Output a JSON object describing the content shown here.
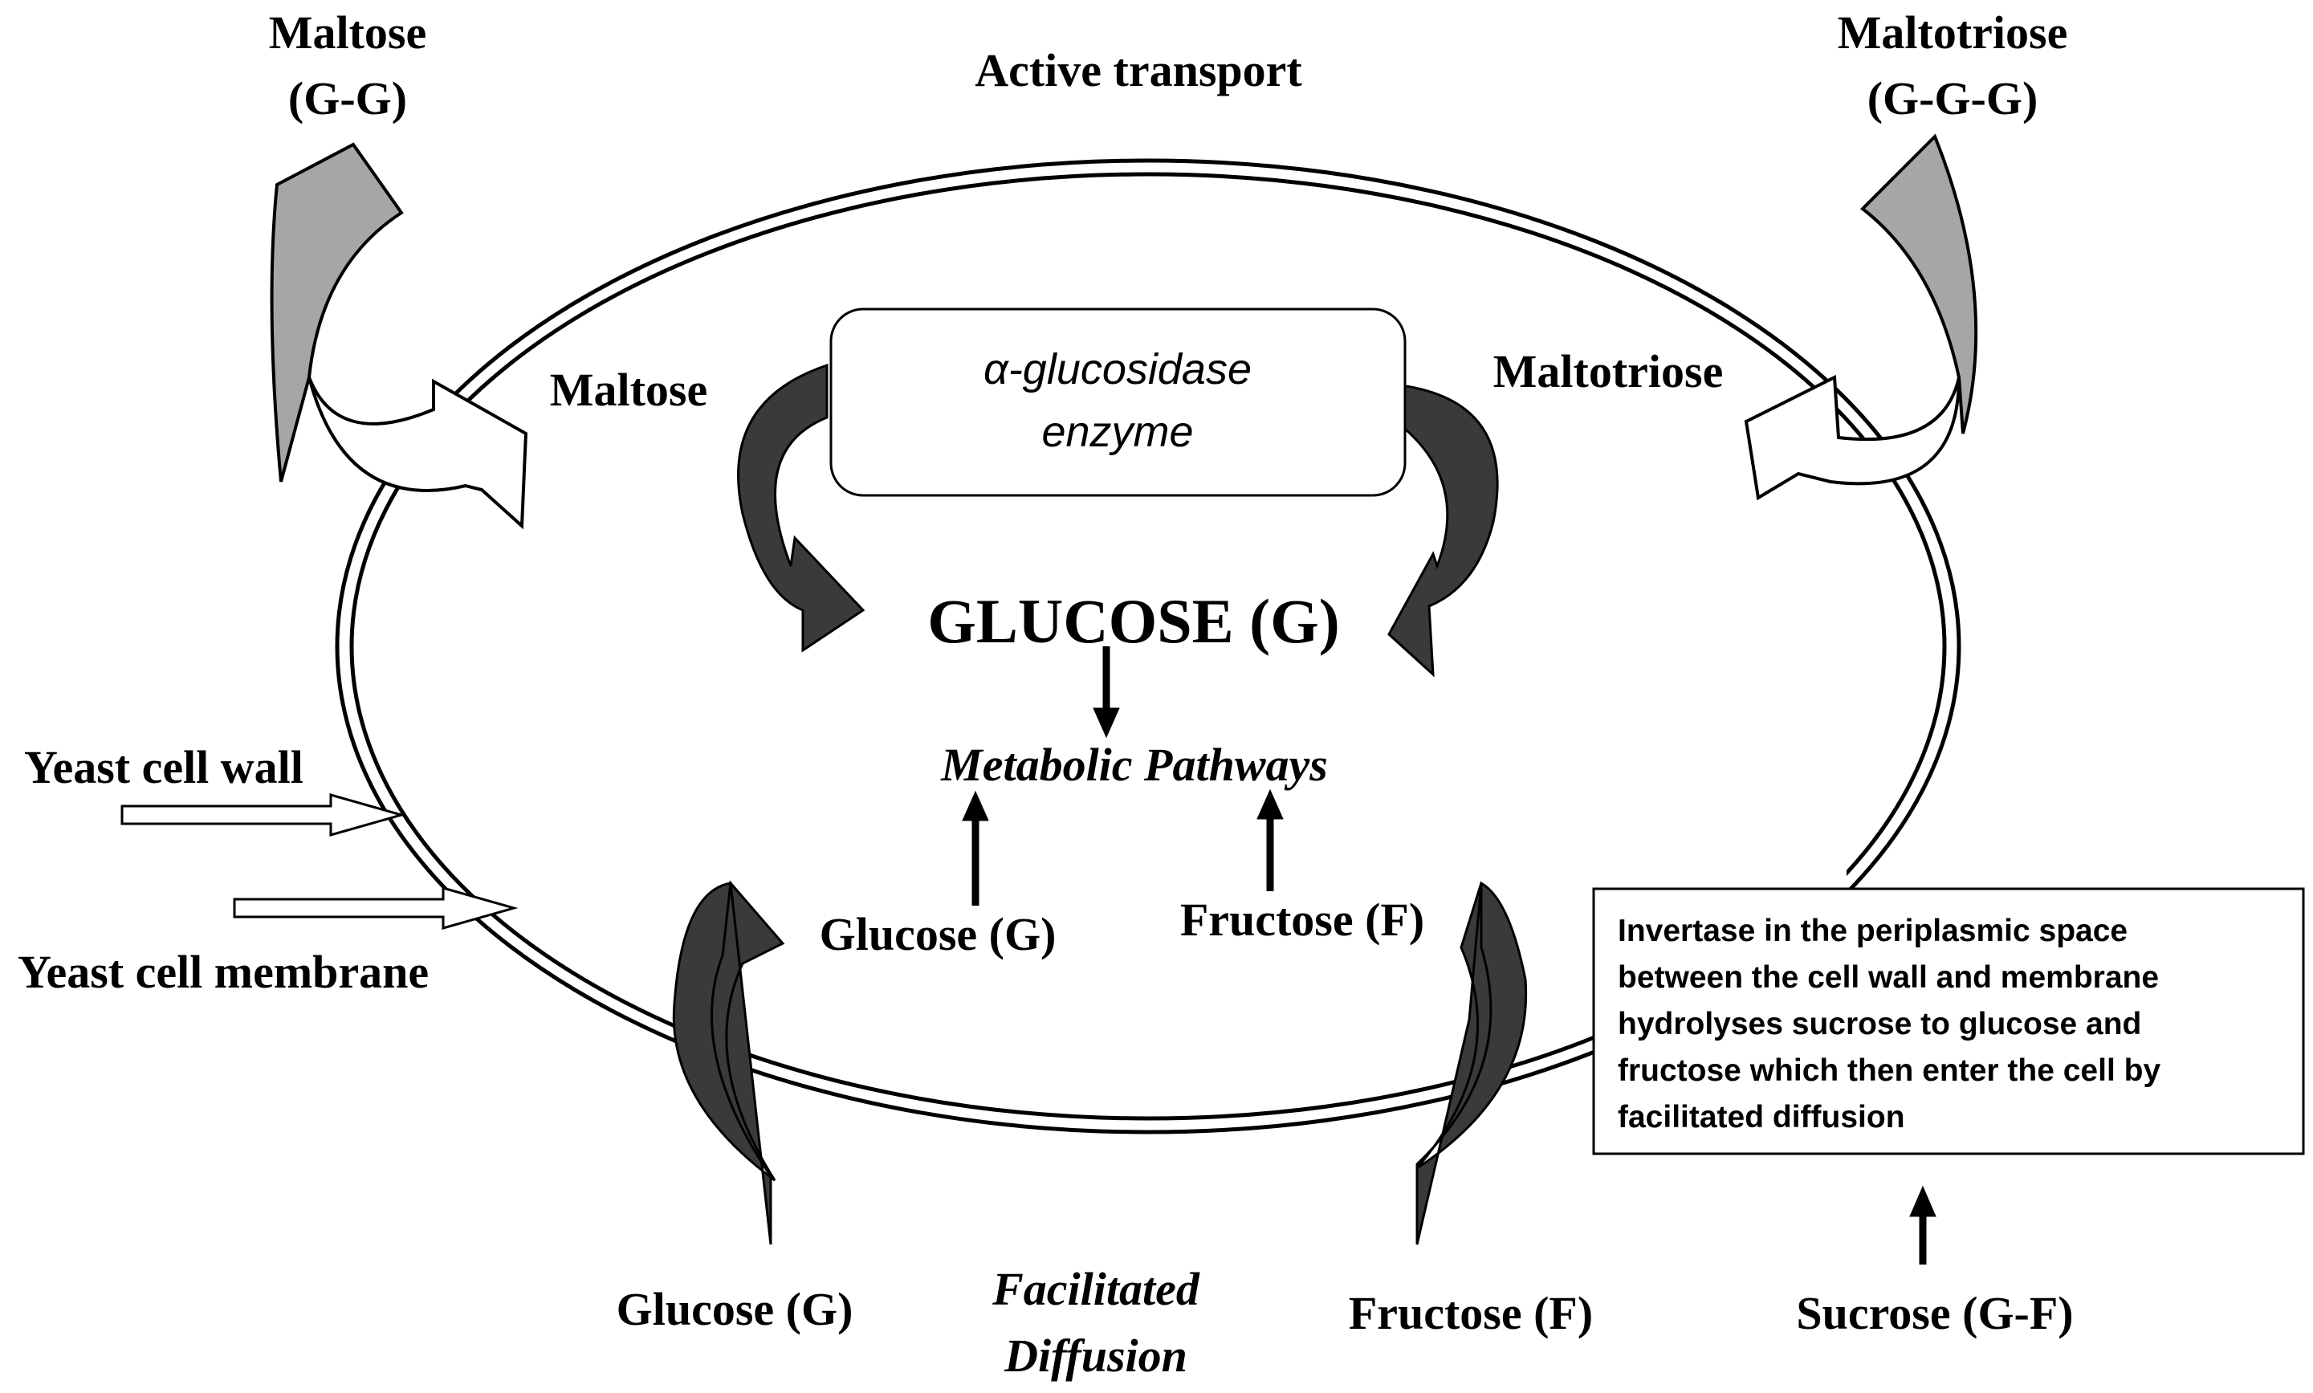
{
  "labels": {
    "maltose_outside_name": "Maltose",
    "maltose_outside_formula": "(G-G)",
    "active_transport": "Active transport",
    "maltotriose_outside_name": "Maltotriose",
    "maltotriose_outside_formula": "(G-G-G)",
    "maltose_inside": "Maltose",
    "maltotriose_inside": "Maltotriose",
    "enzyme_line1": "α-glucosidase",
    "enzyme_line2": "enzyme",
    "glucose_main": "GLUCOSE (G)",
    "metabolic_pathways": "Metabolic Pathways",
    "yeast_cell_wall": "Yeast cell wall",
    "yeast_cell_membrane": "Yeast cell membrane",
    "glucose_inside": "Glucose (G)",
    "fructose_inside": "Fructose (F)",
    "glucose_outside": "Glucose (G)",
    "facilitated_line1": "Facilitated",
    "facilitated_line2": "Diffusion",
    "fructose_outside": "Fructose (F)",
    "sucrose": "Sucrose (G-F)",
    "invertase_lines": [
      "Invertase in the periplasmic space",
      "between the cell wall and membrane",
      "hydrolyses sucrose to glucose and",
      "fructose which then enter the cell by",
      "facilitated diffusion"
    ]
  },
  "colors": {
    "outer_arrow_fill": "#a6a6a6",
    "dark_arrow_fill": "#3a3a3a",
    "light_arrow_fill": "#ffffff",
    "stroke": "#000000"
  }
}
